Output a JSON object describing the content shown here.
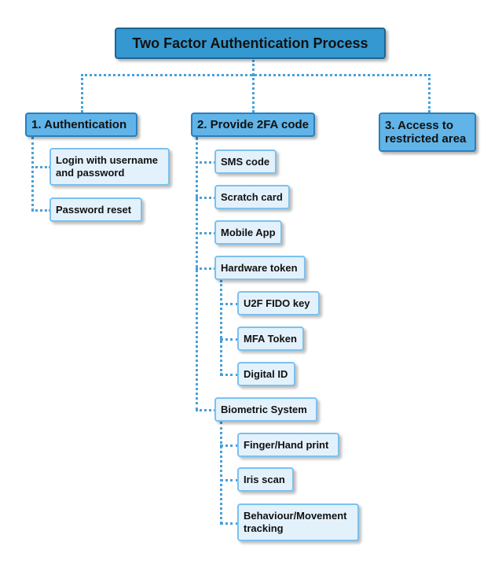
{
  "title": "Two Factor Authentication Process",
  "branches": [
    {
      "label": "1. Authentication",
      "children": [
        {
          "label": "Login with username and password"
        },
        {
          "label": "Password reset"
        }
      ]
    },
    {
      "label": "2. Provide 2FA code",
      "children": [
        {
          "label": "SMS code"
        },
        {
          "label": "Scratch card"
        },
        {
          "label": "Mobile App"
        },
        {
          "label": "Hardware token",
          "children": [
            {
              "label": "U2F FIDO key"
            },
            {
              "label": "MFA Token"
            },
            {
              "label": "Digital ID"
            }
          ]
        },
        {
          "label": "Biometric System",
          "children": [
            {
              "label": "Finger/Hand print"
            },
            {
              "label": "Iris scan"
            },
            {
              "label": "Behaviour/Movement tracking"
            }
          ]
        }
      ]
    },
    {
      "label": "3. Access to restricted area",
      "children": []
    }
  ]
}
